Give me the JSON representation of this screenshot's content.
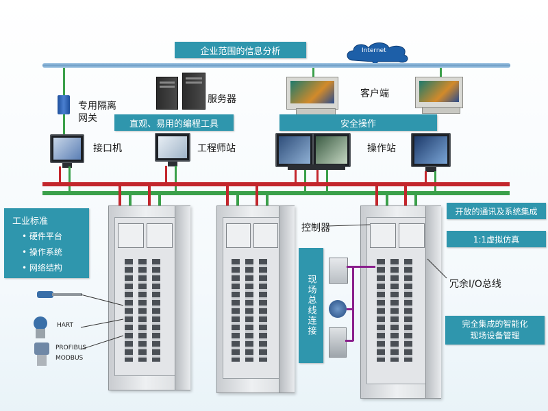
{
  "top": {
    "enterprise_label": "企业范围的信息分析",
    "internet_label": "Internet"
  },
  "devices": {
    "server_label": "服务器",
    "client_label": "客户端",
    "gateway_label_line1": "专用隔离",
    "gateway_label_line2": "网关",
    "interface_label": "接口机",
    "engineer_label": "工程师站",
    "operator_label": "操作站"
  },
  "banners": {
    "programming_tools": "直观、易用的编程工具",
    "safe_operation": "安全操作"
  },
  "left_panel": {
    "title": "工业标准",
    "items": [
      "硬件平台",
      "操作系统",
      "网络结构"
    ]
  },
  "right_panels": {
    "open_comm": "开放的通讯及系统集成",
    "virtual_sim": "1:1虚拟仿真",
    "smart_device_line1": "完全集成的智能化",
    "smart_device_line2": "现场设备管理"
  },
  "field": {
    "controller_label": "控制器",
    "redundant_io_label": "冗余I/O总线",
    "fieldbus_label": "现场总线连接",
    "hart_label": "HART",
    "profibus_label": "PROFIBUS",
    "modbus_label": "MODBUS"
  },
  "colors": {
    "accent_teal": "#2f96ad",
    "network_blue": "#7aaed6",
    "bus_red": "#c3262c",
    "bus_green": "#3aa04a",
    "fieldbus_purple": "#8a1f8c"
  }
}
